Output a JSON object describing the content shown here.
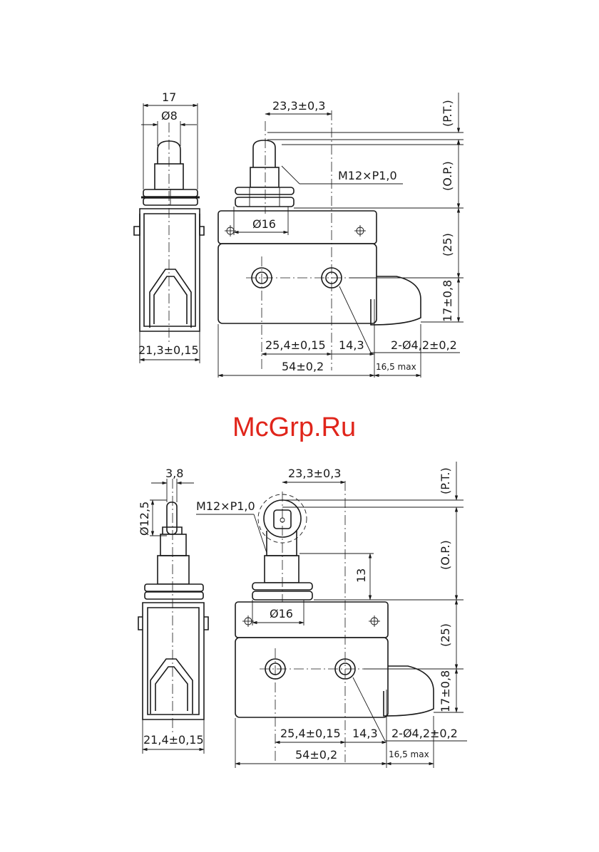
{
  "watermark": "McGrp.Ru",
  "accent_color": "#e0251b",
  "diagram_top": {
    "side_width": "17",
    "side_plunger_dia": "Ø8",
    "side_body_width": "21,3±0,15",
    "front_plunger_offset": "23,3±0,3",
    "thread": "M12×P1,0",
    "nut_dia": "Ø16",
    "mount_spacing": "25,4±0,15",
    "hole_offset": "14,3",
    "holes": "2-Ø4,2±0,2",
    "overall_length": "54±0,2",
    "max_overhang": "16,5 max",
    "pt_label": "(P.T.)",
    "op_label": "(O.P.)",
    "height_label": "(25)",
    "hole_height": "17±0,8"
  },
  "diagram_bottom": {
    "side_roller_width": "3,8",
    "side_roller_dia": "Ø12,5",
    "side_body_width": "21,4±0,15",
    "front_plunger_offset": "23,3±0,3",
    "thread": "M12×P1,0",
    "thread_length": "13",
    "nut_dia": "Ø16",
    "mount_spacing": "25,4±0,15",
    "hole_offset": "14,3",
    "holes": "2-Ø4,2±0,2",
    "overall_length": "54±0,2",
    "max_overhang": "16,5 max",
    "pt_label": "(P.T.)",
    "op_label": "(O.P.)",
    "height_label": "(25)",
    "hole_height": "17±0,8"
  }
}
